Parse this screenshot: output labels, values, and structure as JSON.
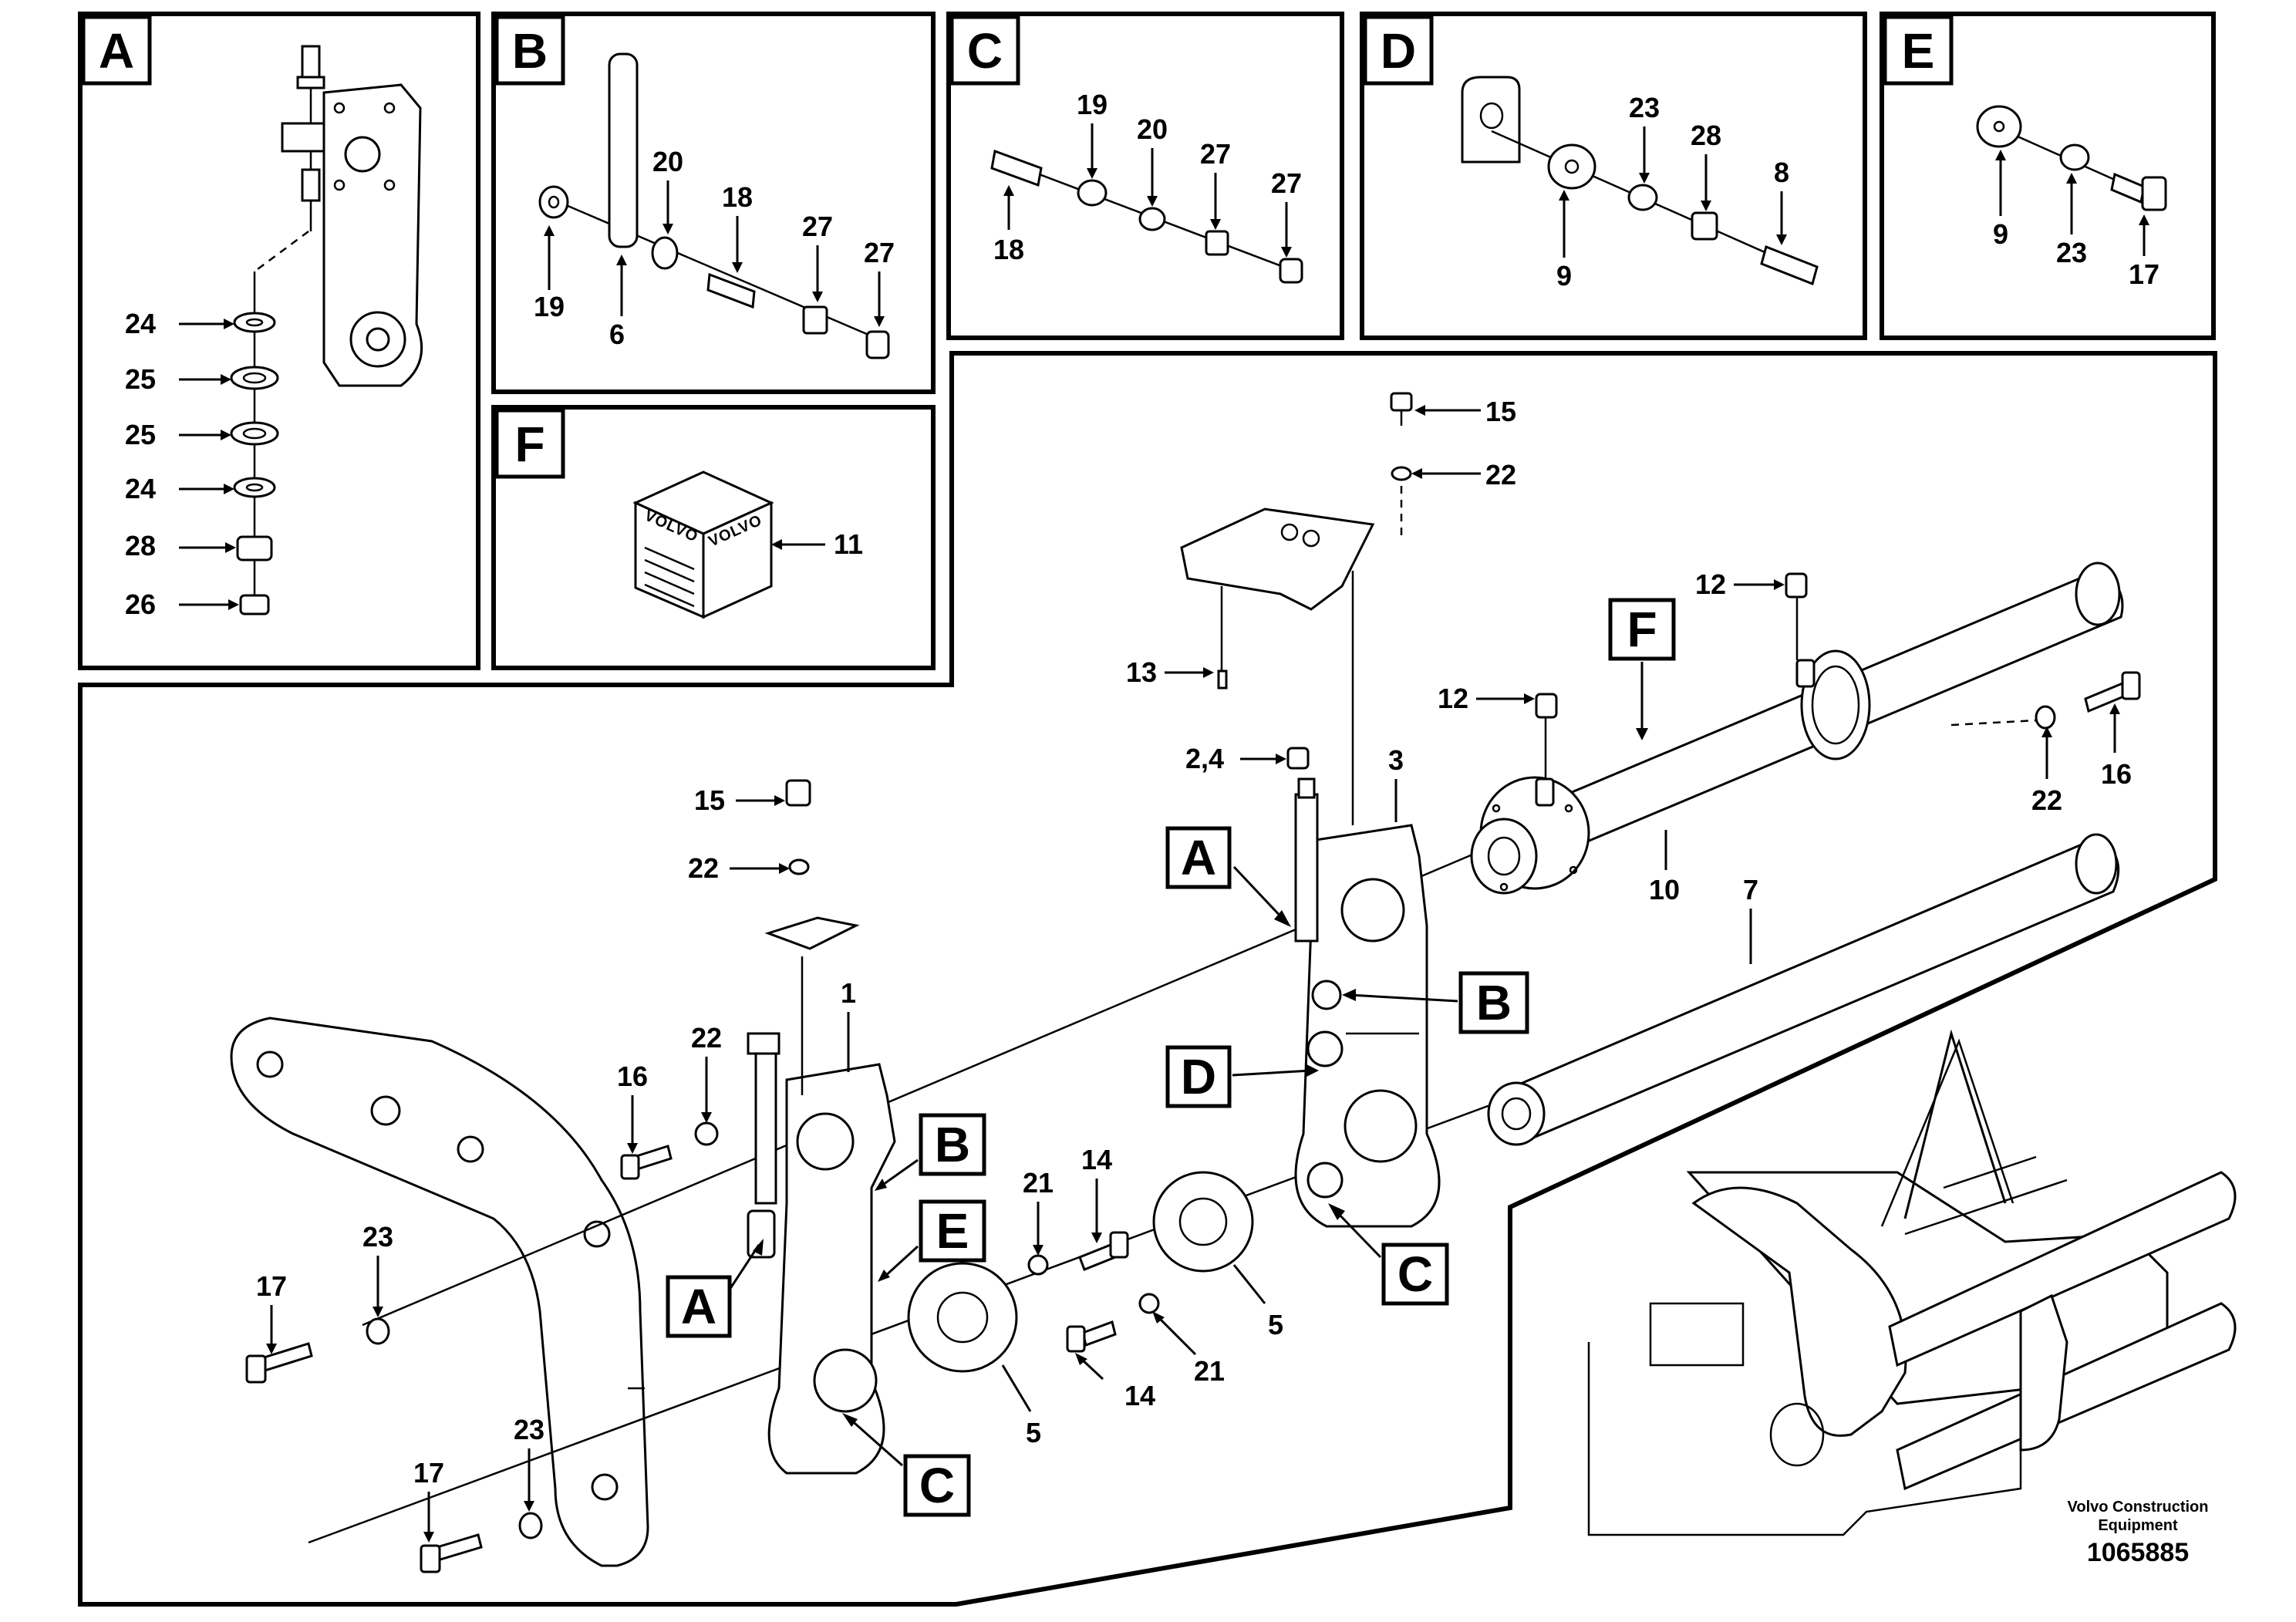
{
  "panels": {
    "A": {
      "letter": "A",
      "labels": [
        "24",
        "25",
        "25",
        "24",
        "28",
        "26"
      ]
    },
    "B": {
      "letter": "B",
      "labels": [
        "19",
        "6",
        "20",
        "18",
        "27",
        "27"
      ]
    },
    "C": {
      "letter": "C",
      "labels": [
        "19",
        "20",
        "27",
        "27",
        "18"
      ]
    },
    "D": {
      "letter": "D",
      "labels": [
        "23",
        "28",
        "8",
        "9"
      ]
    },
    "E": {
      "letter": "E",
      "labels": [
        "9",
        "23",
        "17"
      ]
    },
    "F": {
      "letter": "F",
      "labels": [
        "11"
      ]
    }
  },
  "main": {
    "callouts": {
      "A_upper": "A",
      "B_upper": "B",
      "D_upper": "D",
      "C_upper": "C",
      "F_upper": "F",
      "A_lower": "A",
      "B_lower": "B",
      "E_lower": "E",
      "C_lower": "C"
    },
    "labels": {
      "l15a": "15",
      "l22a": "22",
      "l13": "13",
      "l24b": "2,4",
      "l3": "3",
      "l12a": "12",
      "l12b": "12",
      "l16a": "16",
      "l22b": "22",
      "l10": "10",
      "l7": "7",
      "l15b": "15",
      "l22c": "22",
      "l22d": "22",
      "l1": "1",
      "l16b": "16",
      "l21a": "21",
      "l14a": "14",
      "l23a": "23",
      "l17a": "17",
      "l5a": "5",
      "l14b": "14",
      "l21b": "21",
      "l5b": "5",
      "l23b": "23",
      "l17b": "17"
    }
  },
  "kit_brand": "VOLVO",
  "footer": {
    "line1": "Volvo Construction",
    "line2": "Equipment",
    "doc_id": "1065885"
  }
}
